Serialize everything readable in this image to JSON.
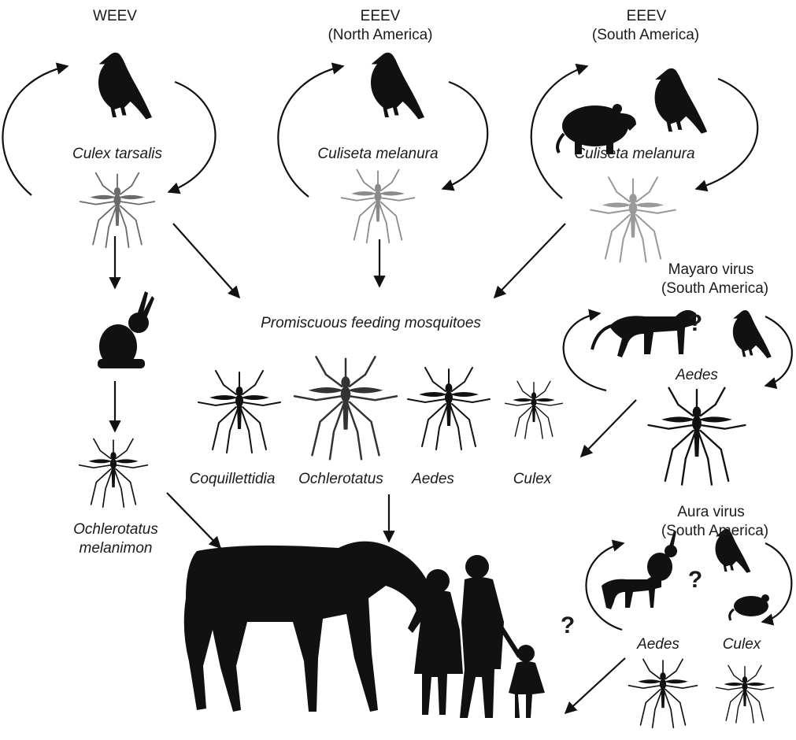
{
  "cycles": {
    "weev": {
      "title": "WEEV",
      "vector": "Culex tarsalis"
    },
    "eeev_na": {
      "title": "EEEV",
      "region": "(North America)",
      "vector": "Culiseta melanura"
    },
    "eeev_sa": {
      "title": "EEEV",
      "region": "(South America)",
      "vector": "Culiseta melanura"
    },
    "mayaro": {
      "title": "Mayaro virus",
      "region": "(South America)",
      "vector": "Aedes",
      "unknown_marker": "?"
    },
    "aura": {
      "title": "Aura virus",
      "region": "(South America)",
      "vector_1": "Aedes",
      "vector_2": "Culex",
      "unknown_marker": "?"
    }
  },
  "bridge": {
    "label": "Promiscuous feeding mosquitoes",
    "genera": [
      "Coquillettidia",
      "Ochlerotatus",
      "Aedes",
      "Culex"
    ]
  },
  "weev_chain": {
    "vector_line1": "Ochlerotatus",
    "vector_line2": "melanimon"
  },
  "human_unknown_marker": "?",
  "colors": {
    "silhouette": "#111111",
    "arrow": "#111111",
    "text": "#1a1a1a",
    "pale_mosquito": "#8a8a8a"
  }
}
